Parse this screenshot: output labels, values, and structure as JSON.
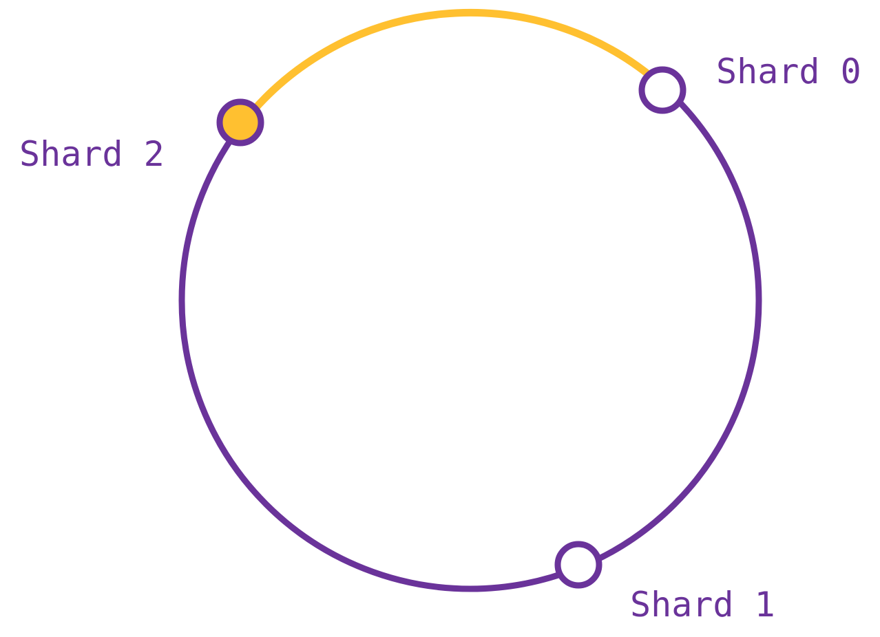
{
  "colors": {
    "ring": "#6a339a",
    "highlight": "#ffc030",
    "node_fill_default": "#ffffff",
    "background": "#ffffff"
  },
  "shards": [
    {
      "id": "shard-0",
      "label": "Shard 0",
      "highlighted": false
    },
    {
      "id": "shard-1",
      "label": "Shard 1",
      "highlighted": false
    },
    {
      "id": "shard-2",
      "label": "Shard 2",
      "highlighted": true
    }
  ],
  "highlighted_arc": {
    "from": "shard-2",
    "to": "shard-0"
  }
}
